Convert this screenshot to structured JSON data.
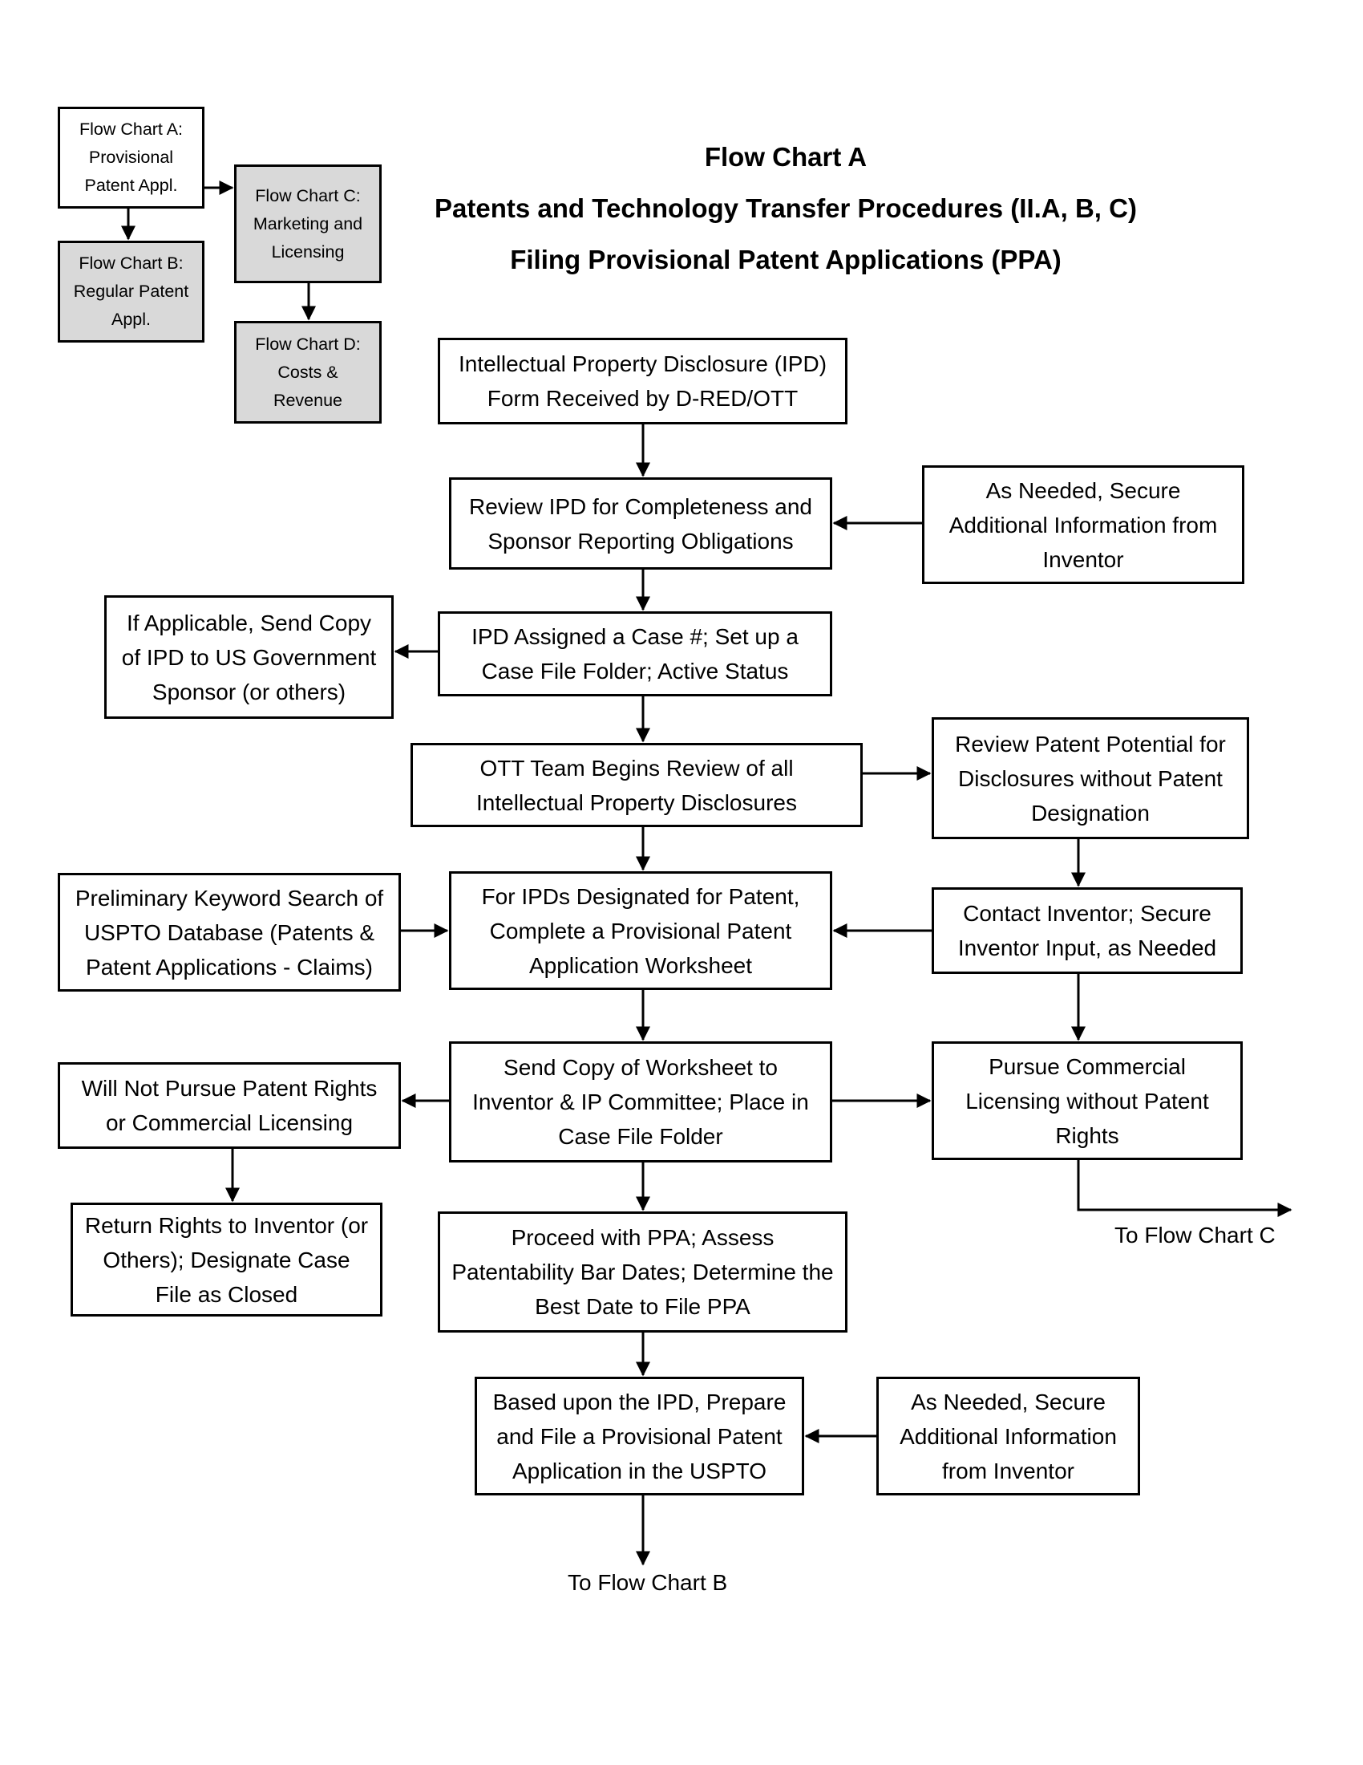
{
  "titles": {
    "line1": "Flow Chart A",
    "line2": "Patents and Technology Transfer Procedures (II.A, B, C)",
    "line3": "Filing Provisional Patent Applications (PPA)"
  },
  "nav": {
    "chart_a": "Flow Chart A: Provisional Patent Appl.",
    "chart_b": "Flow Chart B: Regular Patent Appl.",
    "chart_c": "Flow Chart C: Marketing and Licensing",
    "chart_d": "Flow Chart D: Costs & Revenue"
  },
  "steps": {
    "ipd_received": "Intellectual Property Disclosure (IPD) Form Received by D-RED/OTT",
    "review_ipd": "Review IPD for Completeness and Sponsor Reporting Obligations",
    "secure_info_1": "As Needed, Secure Additional Information from Inventor",
    "send_copy_gov": "If Applicable, Send Copy of IPD to US Government Sponsor (or others)",
    "assign_case": "IPD Assigned a Case #; Set up a Case File Folder; Active Status",
    "ott_review": "OTT Team Begins Review of all Intellectual Property Disclosures",
    "review_potential": "Review Patent Potential for Disclosures without Patent Designation",
    "keyword_search": "Preliminary Keyword Search of USPTO Database (Patents & Patent Applications - Claims)",
    "worksheet": "For IPDs Designated for Patent, Complete a Provisional Patent Application Worksheet",
    "contact_inventor": "Contact Inventor; Secure Inventor Input, as Needed",
    "not_pursue": "Will Not Pursue Patent Rights or Commercial Licensing",
    "send_worksheet": "Send Copy of Worksheet to Inventor & IP Committee; Place in Case File Folder",
    "pursue_licensing": "Pursue Commercial Licensing without Patent Rights",
    "return_rights": "Return Rights to Inventor (or Others); Designate Case File as Closed",
    "proceed_ppa": "Proceed with PPA; Assess Patentability Bar Dates; Determine the Best Date to File PPA",
    "prepare_file": "Based upon the IPD, Prepare and File a Provisional Patent Application in the USPTO",
    "secure_info_2": "As Needed, Secure Additional Information from Inventor"
  },
  "links": {
    "to_chart_c": "To Flow Chart C",
    "to_chart_b": "To Flow Chart B"
  }
}
